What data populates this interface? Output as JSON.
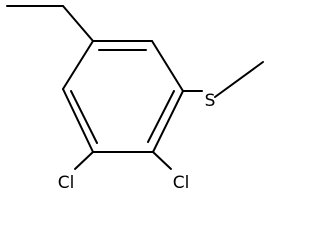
{
  "molecule": {
    "atoms": {
      "sulfur": "S",
      "chlorine_left": "Cl",
      "chlorine_right": "Cl"
    },
    "line_color": "#000000",
    "background": "#ffffff"
  }
}
